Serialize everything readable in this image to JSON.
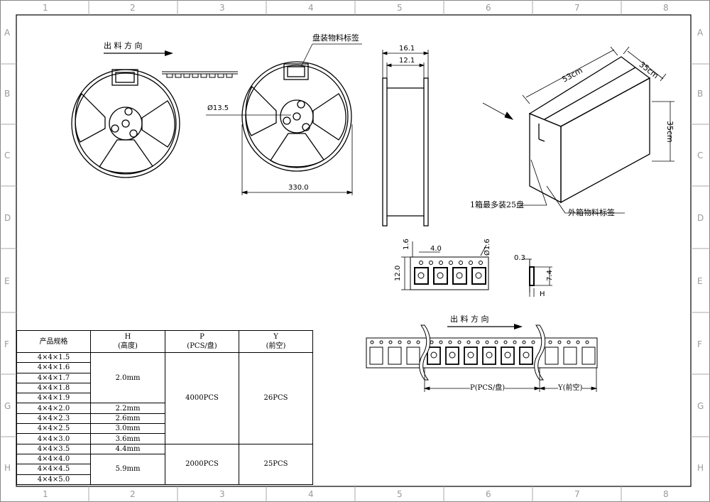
{
  "frame": {
    "columns": [
      "1",
      "2",
      "3",
      "4",
      "5",
      "6",
      "7",
      "8"
    ],
    "rows": [
      "A",
      "B",
      "C",
      "D",
      "E",
      "F",
      "G",
      "H"
    ]
  },
  "reel": {
    "direction_label": "出 料 方 向",
    "label_callout": "盘装物料标签",
    "hub_diameter": "Ø13.5",
    "diameter": "330.0",
    "width_outer": "16.1",
    "width_inner": "12.1"
  },
  "box": {
    "length": "53cm",
    "depth": "35cm",
    "height": "35cm",
    "capacity_note": "1箱最多装25盘",
    "label_callout": "外箱物料标签"
  },
  "tape_detail": {
    "hole_size": "1.6",
    "pitch": "4.0",
    "hole_diameter": "Ø1.6",
    "tape_width": "12.0",
    "thickness": "0.3",
    "cavity": "7.4",
    "height_symbol": "H"
  },
  "tape_strip": {
    "direction_label": "出 料 方 向",
    "p_label": "P(PCS/盘)",
    "y_label": "Y(前空)"
  },
  "table": {
    "headers": [
      [
        "产品规格"
      ],
      [
        "H",
        "(高度)"
      ],
      [
        "P",
        "(PCS/盘)"
      ],
      [
        "Y",
        "(前空)"
      ]
    ],
    "specs": [
      "4×4×1.5",
      "4×4×1.6",
      "4×4×1.7",
      "4×4×1.8",
      "4×4×1.9",
      "4×4×2.0",
      "4×4×2.3",
      "4×4×2.5",
      "4×4×3.0",
      "4×4×3.5",
      "4×4×4.0",
      "4×4×4.5",
      "4×4×5.0"
    ],
    "heights": [
      "2.0mm",
      "2.2mm",
      "2.6mm",
      "3.0mm",
      "3.6mm",
      "4.4mm",
      "5.9mm"
    ],
    "pcs": [
      "4000PCS",
      "2000PCS"
    ],
    "front_empty": [
      "26PCS",
      "25PCS"
    ]
  }
}
